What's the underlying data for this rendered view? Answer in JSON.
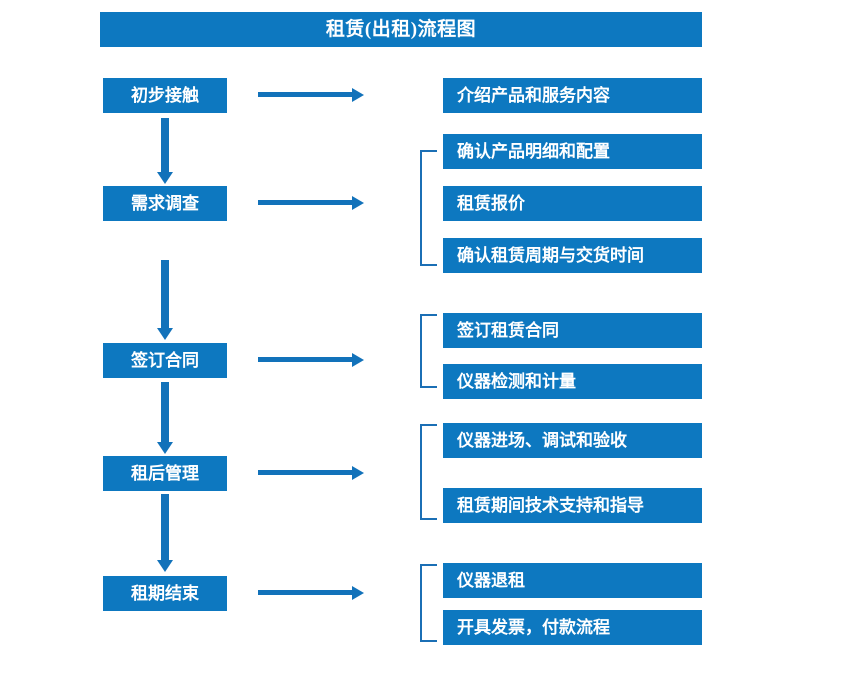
{
  "diagram": {
    "title": "租赁(出租)流程图",
    "colors": {
      "box_fill": "#0d78c0",
      "arrow": "#1272ba",
      "bracket": "#1b6fb5",
      "text": "#ffffff",
      "background": "#ffffff"
    },
    "stages": [
      {
        "label": "初步接触"
      },
      {
        "label": "需求调查"
      },
      {
        "label": "签订合同"
      },
      {
        "label": "租后管理"
      },
      {
        "label": "租期结束"
      }
    ],
    "details": [
      {
        "label": "介绍产品和服务内容"
      },
      {
        "label": "确认产品明细和配置"
      },
      {
        "label": "租赁报价"
      },
      {
        "label": "确认租赁周期与交货时间"
      },
      {
        "label": "签订租赁合同"
      },
      {
        "label": "仪器检测和计量"
      },
      {
        "label": "仪器进场、调试和验收"
      },
      {
        "label": "租赁期间技术支持和指导"
      },
      {
        "label": "仪器退租"
      },
      {
        "label": "开具发票，付款流程"
      }
    ]
  }
}
